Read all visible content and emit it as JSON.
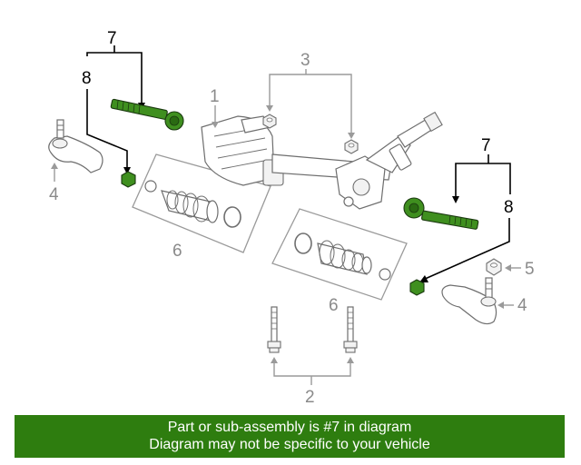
{
  "callouts": {
    "n1": "1",
    "n2": "2",
    "n3": "3",
    "n4_left": "4",
    "n4_right": "4",
    "n5": "5",
    "n6_left": "6",
    "n6_right": "6",
    "n7_left": "7",
    "n7_right": "7",
    "n8_left": "8",
    "n8_right": "8"
  },
  "banner": {
    "line1": "Part or sub-assembly is #7 in diagram",
    "line2": "Diagram may not be specific to your vehicle"
  },
  "colors": {
    "highlight": "#3f8f1f",
    "banner_bg": "#2e7d0f",
    "callout_gray": "#8a8a8a"
  }
}
